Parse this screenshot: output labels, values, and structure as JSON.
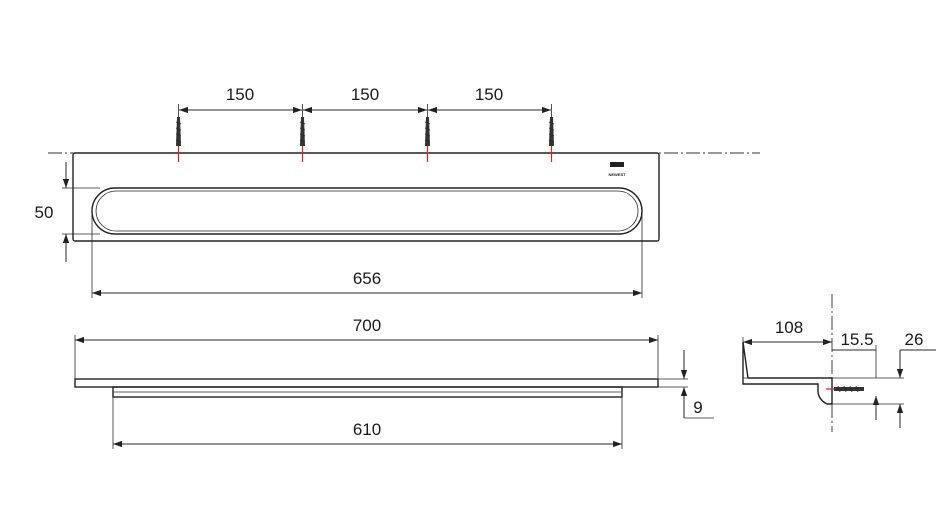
{
  "brand_logo": "NEWEST",
  "front_view": {
    "screw_spacing": [
      "150",
      "150",
      "150"
    ],
    "slot_height": "50",
    "slot_length": "656"
  },
  "bottom_view": {
    "total_length": "700",
    "base_length": "610",
    "plate_thickness": "9"
  },
  "side_view": {
    "depth": "108",
    "offset": "15.5",
    "height": "26"
  },
  "colors": {
    "line": "#2a2a2a",
    "screw_tip": "#e02020"
  }
}
